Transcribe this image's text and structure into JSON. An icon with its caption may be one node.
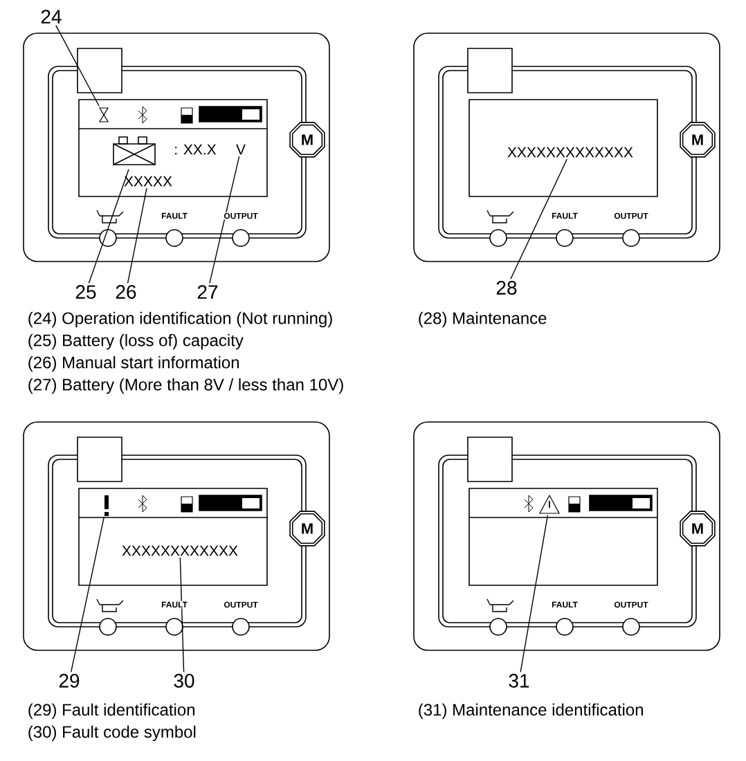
{
  "diagram": {
    "nodes": [
      {
        "text": [
          "24"
        ]
      },
      {
        "text": [],
        "shape": "hourglass"
      },
      {
        "text": [],
        "shape": "battery"
      },
      {
        "text": [
          "XXXXX"
        ]
      },
      {
        "text": [
          "V"
        ]
      },
      {
        "text": [
          "25"
        ]
      },
      {
        "text": [
          "26"
        ]
      },
      {
        "text": [
          "27"
        ]
      },
      {
        "text": [
          "XXXXXXXXXXXXX"
        ]
      },
      {
        "text": [
          "28"
        ]
      },
      {
        "text": [],
        "shape": "exclamation"
      },
      {
        "text": [
          "XXXXXXXXXXXX"
        ]
      },
      {
        "text": [
          "29"
        ]
      },
      {
        "text": [
          "30"
        ]
      },
      {
        "text": [],
        "shape": "triangle"
      },
      {
        "text": [
          "31"
        ]
      }
    ],
    "edges": [
      {
        "from": 0,
        "to": 1,
        "arrow": "none"
      },
      {
        "from": 5,
        "to": 2,
        "arrow": "none"
      },
      {
        "from": 6,
        "to": 3,
        "arrow": "none"
      },
      {
        "from": 7,
        "to": 4,
        "arrow": "none"
      },
      {
        "from": 9,
        "to": 8,
        "arrow": "none"
      },
      {
        "from": 12,
        "to": 10,
        "arrow": "none"
      },
      {
        "from": 13,
        "to": 11,
        "arrow": "none"
      },
      {
        "from": 15,
        "to": 14,
        "arrow": "none"
      }
    ],
    "labels": [
      ": XX.X",
      "FAULT",
      "OUTPUT",
      "M",
      "(24) Operation identification (Not running)",
      "(25) Battery (loss of) capacity",
      "(26) Manual start information",
      "(27) Battery (More than 8V / less than 10V)",
      "FAULT",
      "OUTPUT",
      "M",
      "(28) Maintenance",
      "FAULT",
      "OUTPUT",
      "M",
      "(29) Fault identification",
      "(30) Fault code symbol",
      "FAULT",
      "OUTPUT",
      "M",
      "(31) Maintenance identification"
    ]
  }
}
